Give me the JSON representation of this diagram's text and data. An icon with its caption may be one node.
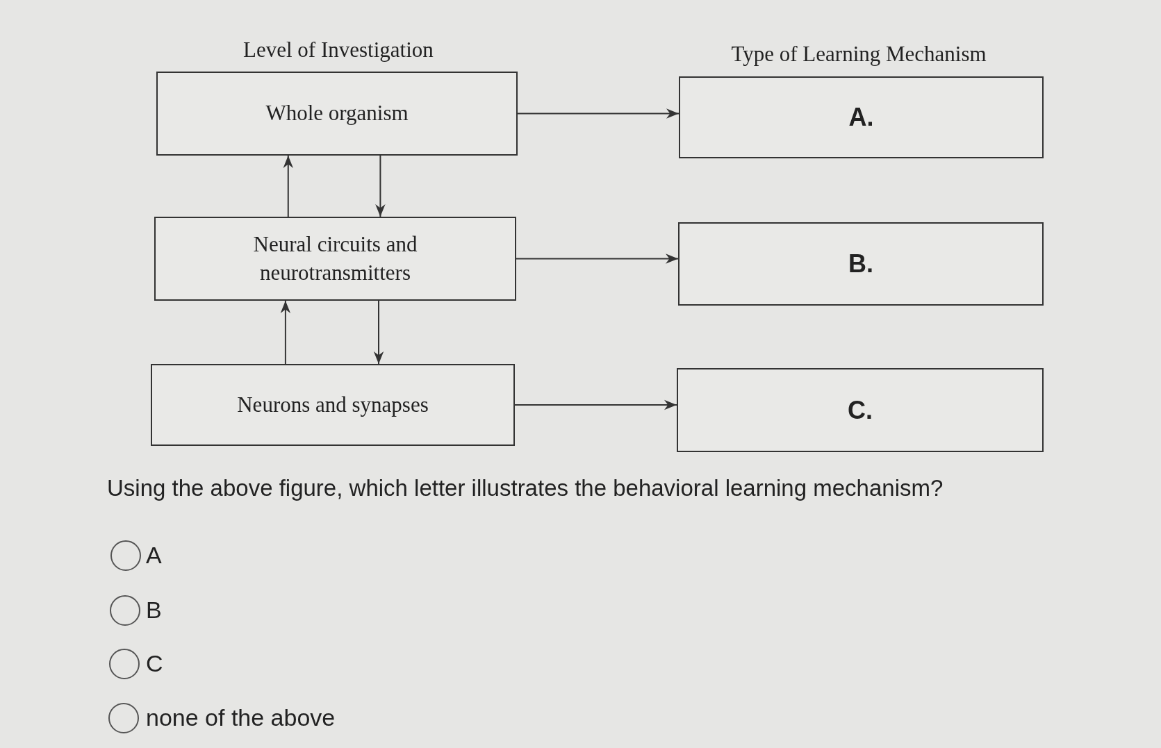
{
  "diagram": {
    "nodes": [
      {
        "text": [
          "Whole organism"
        ]
      },
      {
        "text": [
          "Neural circuits and neurotransmitters"
        ]
      },
      {
        "text": [
          "Neurons and synapses"
        ]
      },
      {
        "text": [
          "A."
        ]
      },
      {
        "text": [
          "B."
        ]
      },
      {
        "text": [
          "C."
        ]
      }
    ],
    "edges": [
      {
        "from": 0,
        "to": 3,
        "arrow": "to"
      },
      {
        "from": 1,
        "to": 0,
        "arrow": "to"
      },
      {
        "from": 0,
        "to": 1,
        "arrow": "to"
      },
      {
        "from": 1,
        "to": 4,
        "arrow": "to"
      },
      {
        "from": 2,
        "to": 1,
        "arrow": "to"
      },
      {
        "from": 1,
        "to": 2,
        "arrow": "to"
      },
      {
        "from": 2,
        "to": 5,
        "arrow": "to"
      }
    ],
    "labels": [
      "Level of Investigation",
      "Type of Learning Mechanism",
      "Using the above figure, which letter illustrates the behavioral learning mechanism?",
      "A",
      "B",
      "C",
      "none of the above"
    ]
  }
}
